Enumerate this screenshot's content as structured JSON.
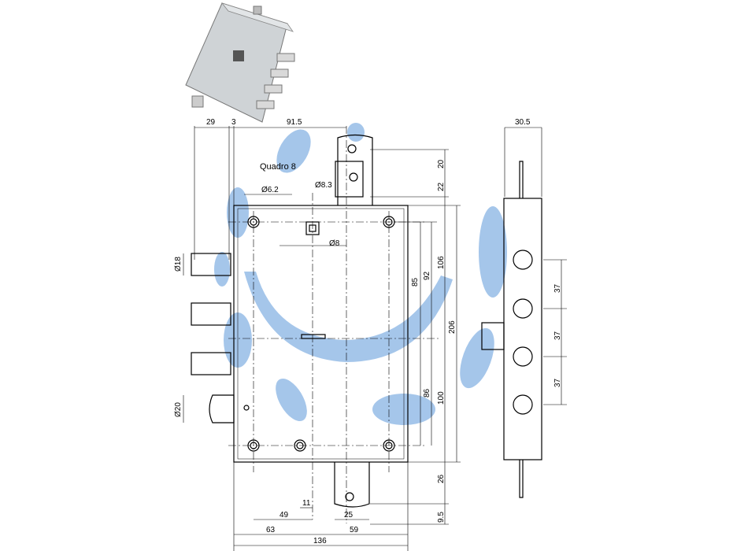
{
  "drawing": {
    "title_label": "Quadro 8",
    "top_dims": {
      "d1": "29",
      "d2": "3",
      "d3": "91.5"
    },
    "hole_dims": {
      "d62": "Ø6.2",
      "d83": "Ø8.3",
      "d8": "Ø8"
    },
    "bolt_dims": {
      "d18": "Ø18",
      "d20": "Ø20"
    },
    "right_dims": {
      "d20": "20",
      "d22": "22",
      "d85": "85",
      "d92": "92",
      "d106": "106",
      "d206": "206",
      "d86": "86",
      "d100": "100",
      "d26": "26",
      "d95": "9.5"
    },
    "bottom_dims": {
      "d11": "11",
      "d49": "49",
      "d25": "25",
      "d63": "63",
      "d59": "59",
      "d136": "136"
    },
    "side_dims": {
      "d305": "30.5",
      "d37a": "37",
      "d37b": "37",
      "d37c": "37"
    }
  },
  "colors": {
    "watermark": "#8fb8e6",
    "line": "#000000"
  }
}
